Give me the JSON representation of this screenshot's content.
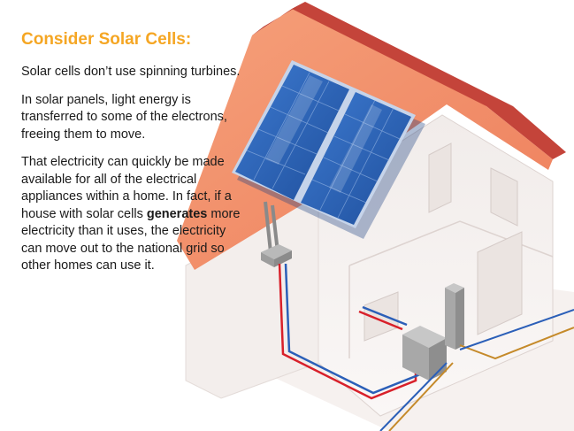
{
  "title": "Consider Solar Cells:",
  "paragraphs": [
    "Solar cells don’t use spinning turbines.",
    "In solar panels, light energy is transferred to some of the electrons, freeing them to move."
  ],
  "paragraph3": {
    "before": "That electricity can quickly be made available for all of the electrical appliances within a home. In fact, if a house with solar cells ",
    "emphasis": "generates",
    "after": " more electricity than it uses, the electricity can move out to the national grid so other homes can use it."
  },
  "colors": {
    "title": "#f5a623",
    "roof": "#f08c6a",
    "roof_edge": "#c4443a",
    "panel": "#2b63b8",
    "wire_red": "#d8202a",
    "wire_blue": "#2b5fb8",
    "grid_line": "#c58a2a"
  },
  "icons": {
    "solar_panel": "solar-panel-icon",
    "inverter": "inverter-box-icon",
    "meter": "meter-cabinet-icon"
  }
}
